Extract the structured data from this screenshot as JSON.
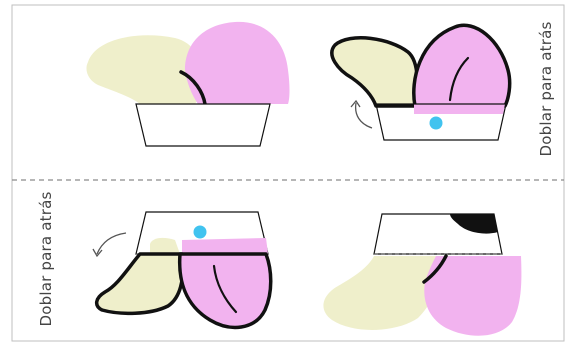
{
  "labels": {
    "fold_back_top": "Doblar para atrás",
    "fold_back_bottom": "Doblar para atrás"
  },
  "colors": {
    "yellow": "#EFEFCB",
    "pink": "#F2B3EF",
    "outline": "#111111",
    "dash": "#8A8A8A",
    "dot": "#41C3EF",
    "border": "#BFBFBF"
  },
  "icons": [
    "fold-arrow-icon",
    "fold-arrow-icon",
    "marker-dot",
    "marker-dot"
  ]
}
